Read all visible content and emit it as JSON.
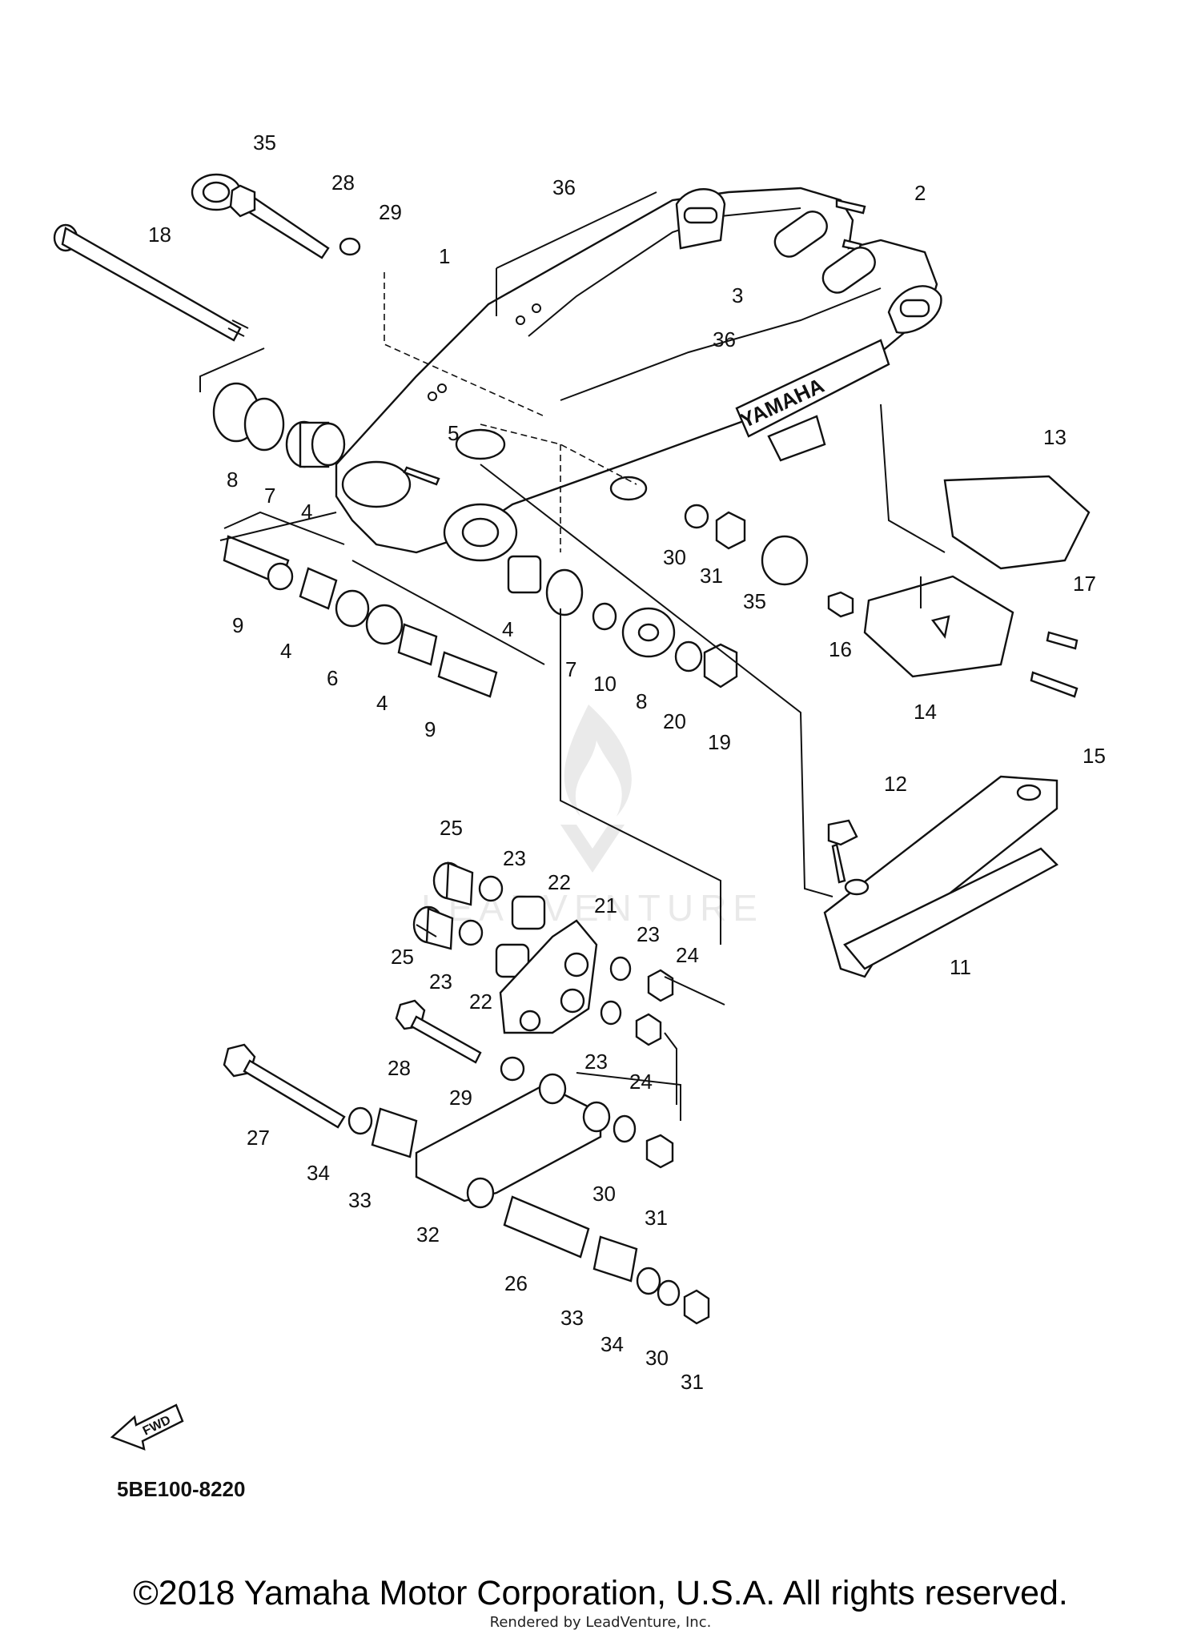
{
  "diagram": {
    "title": "",
    "code": "5BE100-8220",
    "fwd_label": "FWD",
    "brand_text": "YAMAHA",
    "watermark_text": "LEADVENTURE"
  },
  "callouts": [
    "35",
    "28",
    "29",
    "18",
    "36",
    "1",
    "2",
    "3",
    "36",
    "8",
    "7",
    "4",
    "5",
    "30",
    "31",
    "35",
    "13",
    "17",
    "16",
    "14",
    "15",
    "9",
    "4",
    "6",
    "4",
    "9",
    "4",
    "7",
    "10",
    "8",
    "20",
    "19",
    "12",
    "11",
    "25",
    "23",
    "22",
    "21",
    "25",
    "23",
    "22",
    "23",
    "24",
    "28",
    "23",
    "24",
    "29",
    "27",
    "34",
    "33",
    "32",
    "30",
    "31",
    "26",
    "33",
    "34",
    "30",
    "31"
  ],
  "footer": {
    "copyright": "©2018 Yamaha Motor Corporation, U.S.A. All rights reserved.",
    "rendered_by": "Rendered by LeadVenture, Inc."
  }
}
